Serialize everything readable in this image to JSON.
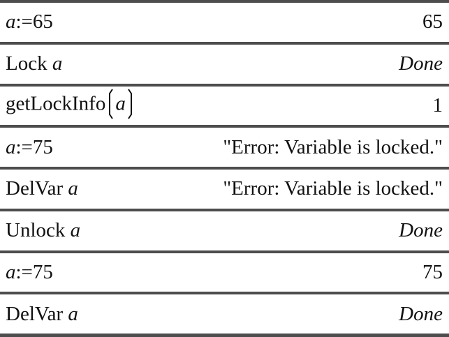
{
  "app": "calculator-history",
  "colors": {
    "bg": "#ffffff",
    "text": "#111111",
    "border": "#4d4d4d"
  },
  "rows": [
    {
      "command": [
        {
          "text": "a",
          "italic": true
        },
        {
          "text": ":=65"
        }
      ],
      "result": {
        "text": "65"
      }
    },
    {
      "command": [
        {
          "text": "Lock "
        },
        {
          "text": "a",
          "italic": true
        }
      ],
      "result": {
        "text": "Done",
        "italic": true
      }
    },
    {
      "command": [
        {
          "text": "getLockInfo"
        },
        {
          "paren": "open"
        },
        {
          "text": "a",
          "italic": true
        },
        {
          "paren": "close"
        }
      ],
      "result": {
        "text": "1"
      }
    },
    {
      "command": [
        {
          "text": "a",
          "italic": true
        },
        {
          "text": ":=75"
        }
      ],
      "result": {
        "text": "\"Error: Variable is locked.\""
      }
    },
    {
      "command": [
        {
          "text": "DelVar "
        },
        {
          "text": "a",
          "italic": true
        }
      ],
      "result": {
        "text": "\"Error: Variable is locked.\""
      }
    },
    {
      "command": [
        {
          "text": "Unlock "
        },
        {
          "text": "a",
          "italic": true
        }
      ],
      "result": {
        "text": "Done",
        "italic": true
      }
    },
    {
      "command": [
        {
          "text": "a",
          "italic": true
        },
        {
          "text": ":=75"
        }
      ],
      "result": {
        "text": "75"
      }
    },
    {
      "command": [
        {
          "text": "DelVar "
        },
        {
          "text": "a",
          "italic": true
        }
      ],
      "result": {
        "text": "Done",
        "italic": true
      }
    }
  ]
}
